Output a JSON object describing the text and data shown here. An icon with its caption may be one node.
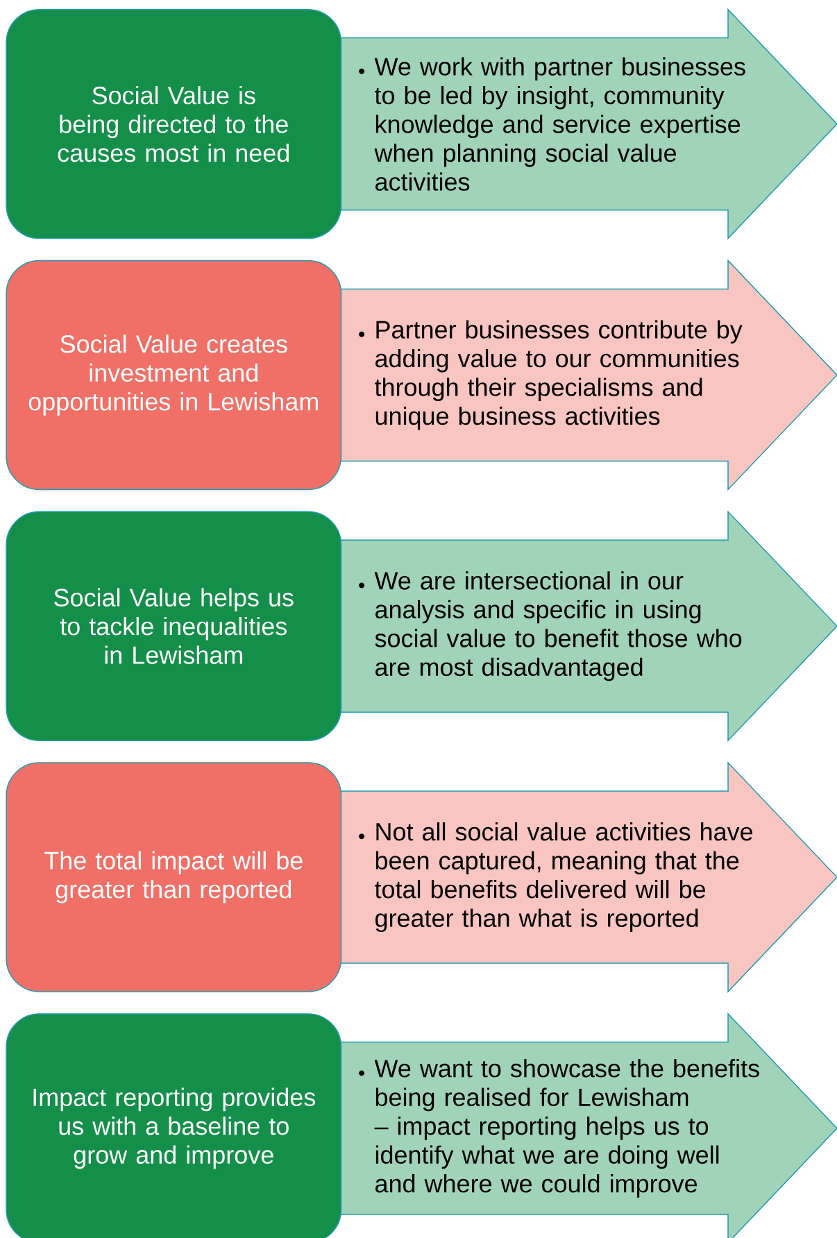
{
  "diagram": {
    "nodes": [
      {
        "text": [
          "Social Value is being directed to the causes most in need"
        ]
      },
      {
        "text": [
          "We work with partner businesses to be led by insight, community knowledge and service expertise when planning social value activities"
        ]
      },
      {
        "text": [
          "Social Value creates investment and opportunities in Lewisham"
        ]
      },
      {
        "text": [
          "Partner businesses contribute by adding value to our communities through their specialisms and unique business activities"
        ]
      },
      {
        "text": [
          "Social Value helps us to tackle inequalities in Lewisham"
        ]
      },
      {
        "text": [
          "We are intersectional in our analysis and specific in using social value to benefit those who are most disadvantaged"
        ]
      },
      {
        "text": [
          "The total impact will be greater than reported"
        ]
      },
      {
        "text": [
          "Not all social value activities have been captured, meaning that the total benefits delivered will be greater than what is reported"
        ]
      },
      {
        "text": [
          "Impact reporting provides us with a baseline to grow and improve"
        ]
      },
      {
        "text": [
          "We want to showcase the benefits being realised for Lewisham – impact reporting helps us to identify what we are doing well and where we could improve"
        ]
      }
    ],
    "edges": []
  }
}
